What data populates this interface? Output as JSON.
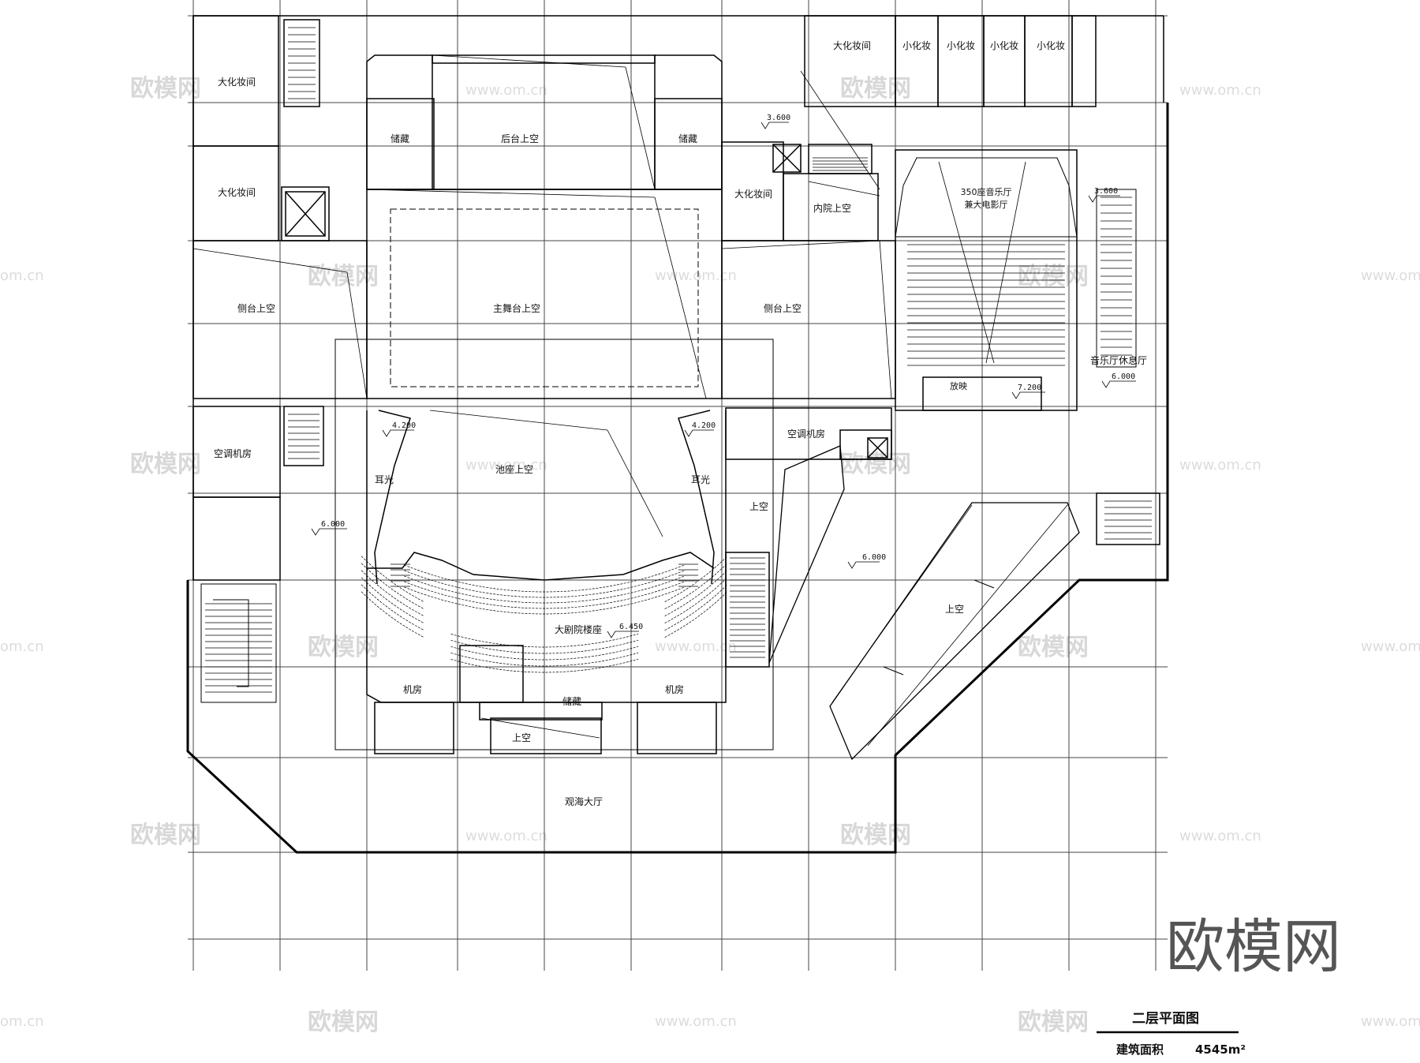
{
  "drawing": {
    "title": "二层平面图",
    "area_label": "建筑面积",
    "area_value": "4545m²"
  },
  "rooms": {
    "dressing_large_1": "大化妆间",
    "dressing_large_2": "大化妆间",
    "dressing_large_3": "大化妆间",
    "dressing_large_4": "大化妆间",
    "dressing_small_1": "小化妆",
    "dressing_small_2": "小化妆",
    "dressing_small_3": "小化妆",
    "dressing_small_4": "小化妆",
    "storage_1": "储藏",
    "storage_2": "储藏",
    "storage_3": "储藏",
    "backstage_void": "后台上空",
    "inner_court_void": "内院上空",
    "concert_hall": "350座音乐厅",
    "concert_hall_sub": "兼大电影厅",
    "side_stage_left": "侧台上空",
    "side_stage_right": "侧台上空",
    "main_stage_void": "主舞台上空",
    "ac_room_left": "空调机房",
    "ac_room_right": "空调机房",
    "ear_light_left": "耳光",
    "ear_light_right": "耳光",
    "stalls_void": "池座上空",
    "void_1": "上空",
    "void_2": "上空",
    "void_3": "上空",
    "grand_balcony": "大剧院楼座",
    "machine_room_left": "机房",
    "machine_room_right": "机房",
    "projection": "放映",
    "music_lounge": "音乐厅休息厅",
    "sea_view_hall": "观海大厅"
  },
  "elevations": {
    "e1": "3.600",
    "e2": "3.600",
    "e3": "4.200",
    "e4": "4.200",
    "e5": "6.000",
    "e6": "6.000",
    "e7": "6.000",
    "e8": "6.450",
    "e9": "7.200"
  },
  "watermark": {
    "brand": "欧模网",
    "url": "www.om.cn",
    "url_edge": "om.cn"
  }
}
